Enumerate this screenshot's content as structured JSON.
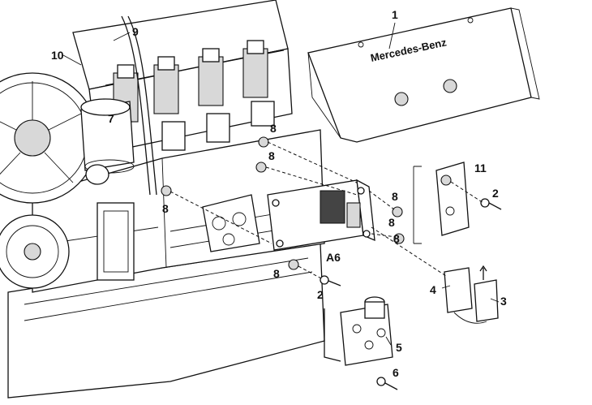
{
  "brand_text": "Mercedes-Benz",
  "callouts": {
    "c1": "1",
    "c2a": "2",
    "c2b": "2",
    "c3": "3",
    "c4": "4",
    "c5": "5",
    "c6": "6",
    "c7": "7",
    "c8a": "8",
    "c8b": "8",
    "c8c": "8",
    "c8d": "8",
    "c8e": "8",
    "c8f": "8",
    "c8g": "8",
    "c9": "9",
    "c10": "10",
    "c11": "11",
    "ca6": "A6"
  }
}
